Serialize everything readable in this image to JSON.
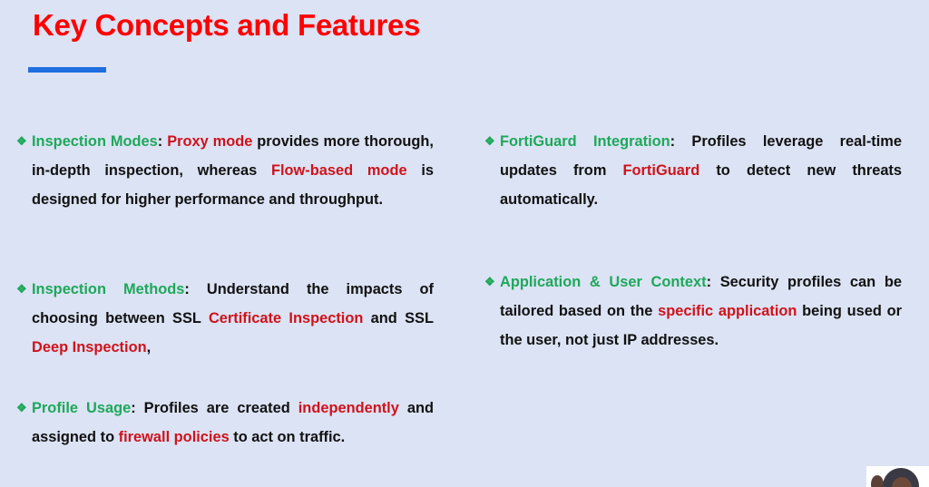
{
  "title": "Key Concepts and Features",
  "colors": {
    "background": "#dbe3f4",
    "title": "#ff0000",
    "accent_bar": "#1f6fe0",
    "term": "#1ea85a",
    "highlight": "#d0121b"
  },
  "bullet_icon": "diamond-bullet-icon",
  "left_bullets": [
    {
      "id": "inspection-modes",
      "segments": [
        {
          "text": "Inspection Modes",
          "c": "g"
        },
        {
          "text": ": ",
          "c": "k"
        },
        {
          "text": "Proxy mode",
          "c": "r"
        },
        {
          "text": " provides more thorough, in-depth inspection, whereas ",
          "c": "k"
        },
        {
          "text": "Flow-based mode",
          "c": "r"
        },
        {
          "text": " is designed for higher performance and throughput.",
          "c": "k"
        }
      ]
    },
    {
      "id": "inspection-methods",
      "segments": [
        {
          "text": "Inspection Methods",
          "c": "g"
        },
        {
          "text": ": Understand the impacts of choosing between SSL ",
          "c": "k"
        },
        {
          "text": "Certificate Inspection",
          "c": "r"
        },
        {
          "text": " and SSL ",
          "c": "k"
        },
        {
          "text": "Deep Inspection",
          "c": "r"
        },
        {
          "text": ",",
          "c": "k"
        }
      ]
    },
    {
      "id": "profile-usage",
      "segments": [
        {
          "text": "Profile Usage",
          "c": "g"
        },
        {
          "text": ": Profiles are created ",
          "c": "k"
        },
        {
          "text": "independently",
          "c": "r"
        },
        {
          "text": " and assigned to ",
          "c": "k"
        },
        {
          "text": "firewall policies",
          "c": "r"
        },
        {
          "text": " to act on traffic.",
          "c": "k"
        }
      ]
    }
  ],
  "right_bullets": [
    {
      "id": "fortiguard-integration",
      "segments": [
        {
          "text": "FortiGuard Integration",
          "c": "g"
        },
        {
          "text": ": Profiles leverage real-time updates from ",
          "c": "k"
        },
        {
          "text": "FortiGuard",
          "c": "r"
        },
        {
          "text": " to detect new threats automatically.",
          "c": "k"
        }
      ]
    },
    {
      "id": "application-user-context",
      "segments": [
        {
          "text": "Application & User Context",
          "c": "g"
        },
        {
          "text": ": Security profiles can be tailored based on the ",
          "c": "k"
        },
        {
          "text": "specific application",
          "c": "r"
        },
        {
          "text": " being used or the user, not just IP addresses.",
          "c": "k"
        }
      ]
    }
  ]
}
